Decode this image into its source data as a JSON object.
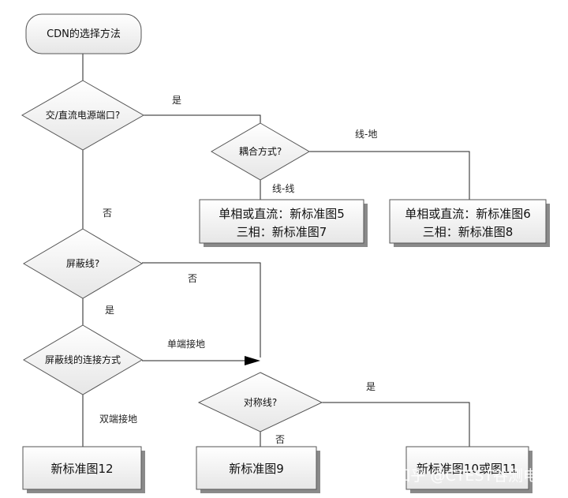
{
  "start": {
    "label": "CDN的选择方法"
  },
  "decisions": {
    "port": "交/直流电源端口?",
    "coupling": "耦合方式?",
    "shielded": "屏蔽线?",
    "shield_conn": "屏蔽线的连接方式",
    "symmetric": "对称线?"
  },
  "results": {
    "fig5_7": {
      "line1": "单相或直流：新标准图5",
      "line2": "三相：新标准图7"
    },
    "fig6_8": {
      "line1": "单相或直流：新标准图6",
      "line2": "三相：新标准图8"
    },
    "fig12": "新标准图12",
    "fig9": "新标准图9",
    "fig10_11": "新标准图10或图11"
  },
  "edge_labels": {
    "port_yes": "是",
    "port_no": "否",
    "coupling_line_ground": "线-地",
    "coupling_line_line": "线-线",
    "shielded_yes": "是",
    "shielded_no": "否",
    "shield_single": "单端接地",
    "shield_double": "双端接地",
    "symmetric_yes": "是",
    "symmetric_no": "否"
  },
  "watermark": "知乎 @CTEST谷测电子"
}
